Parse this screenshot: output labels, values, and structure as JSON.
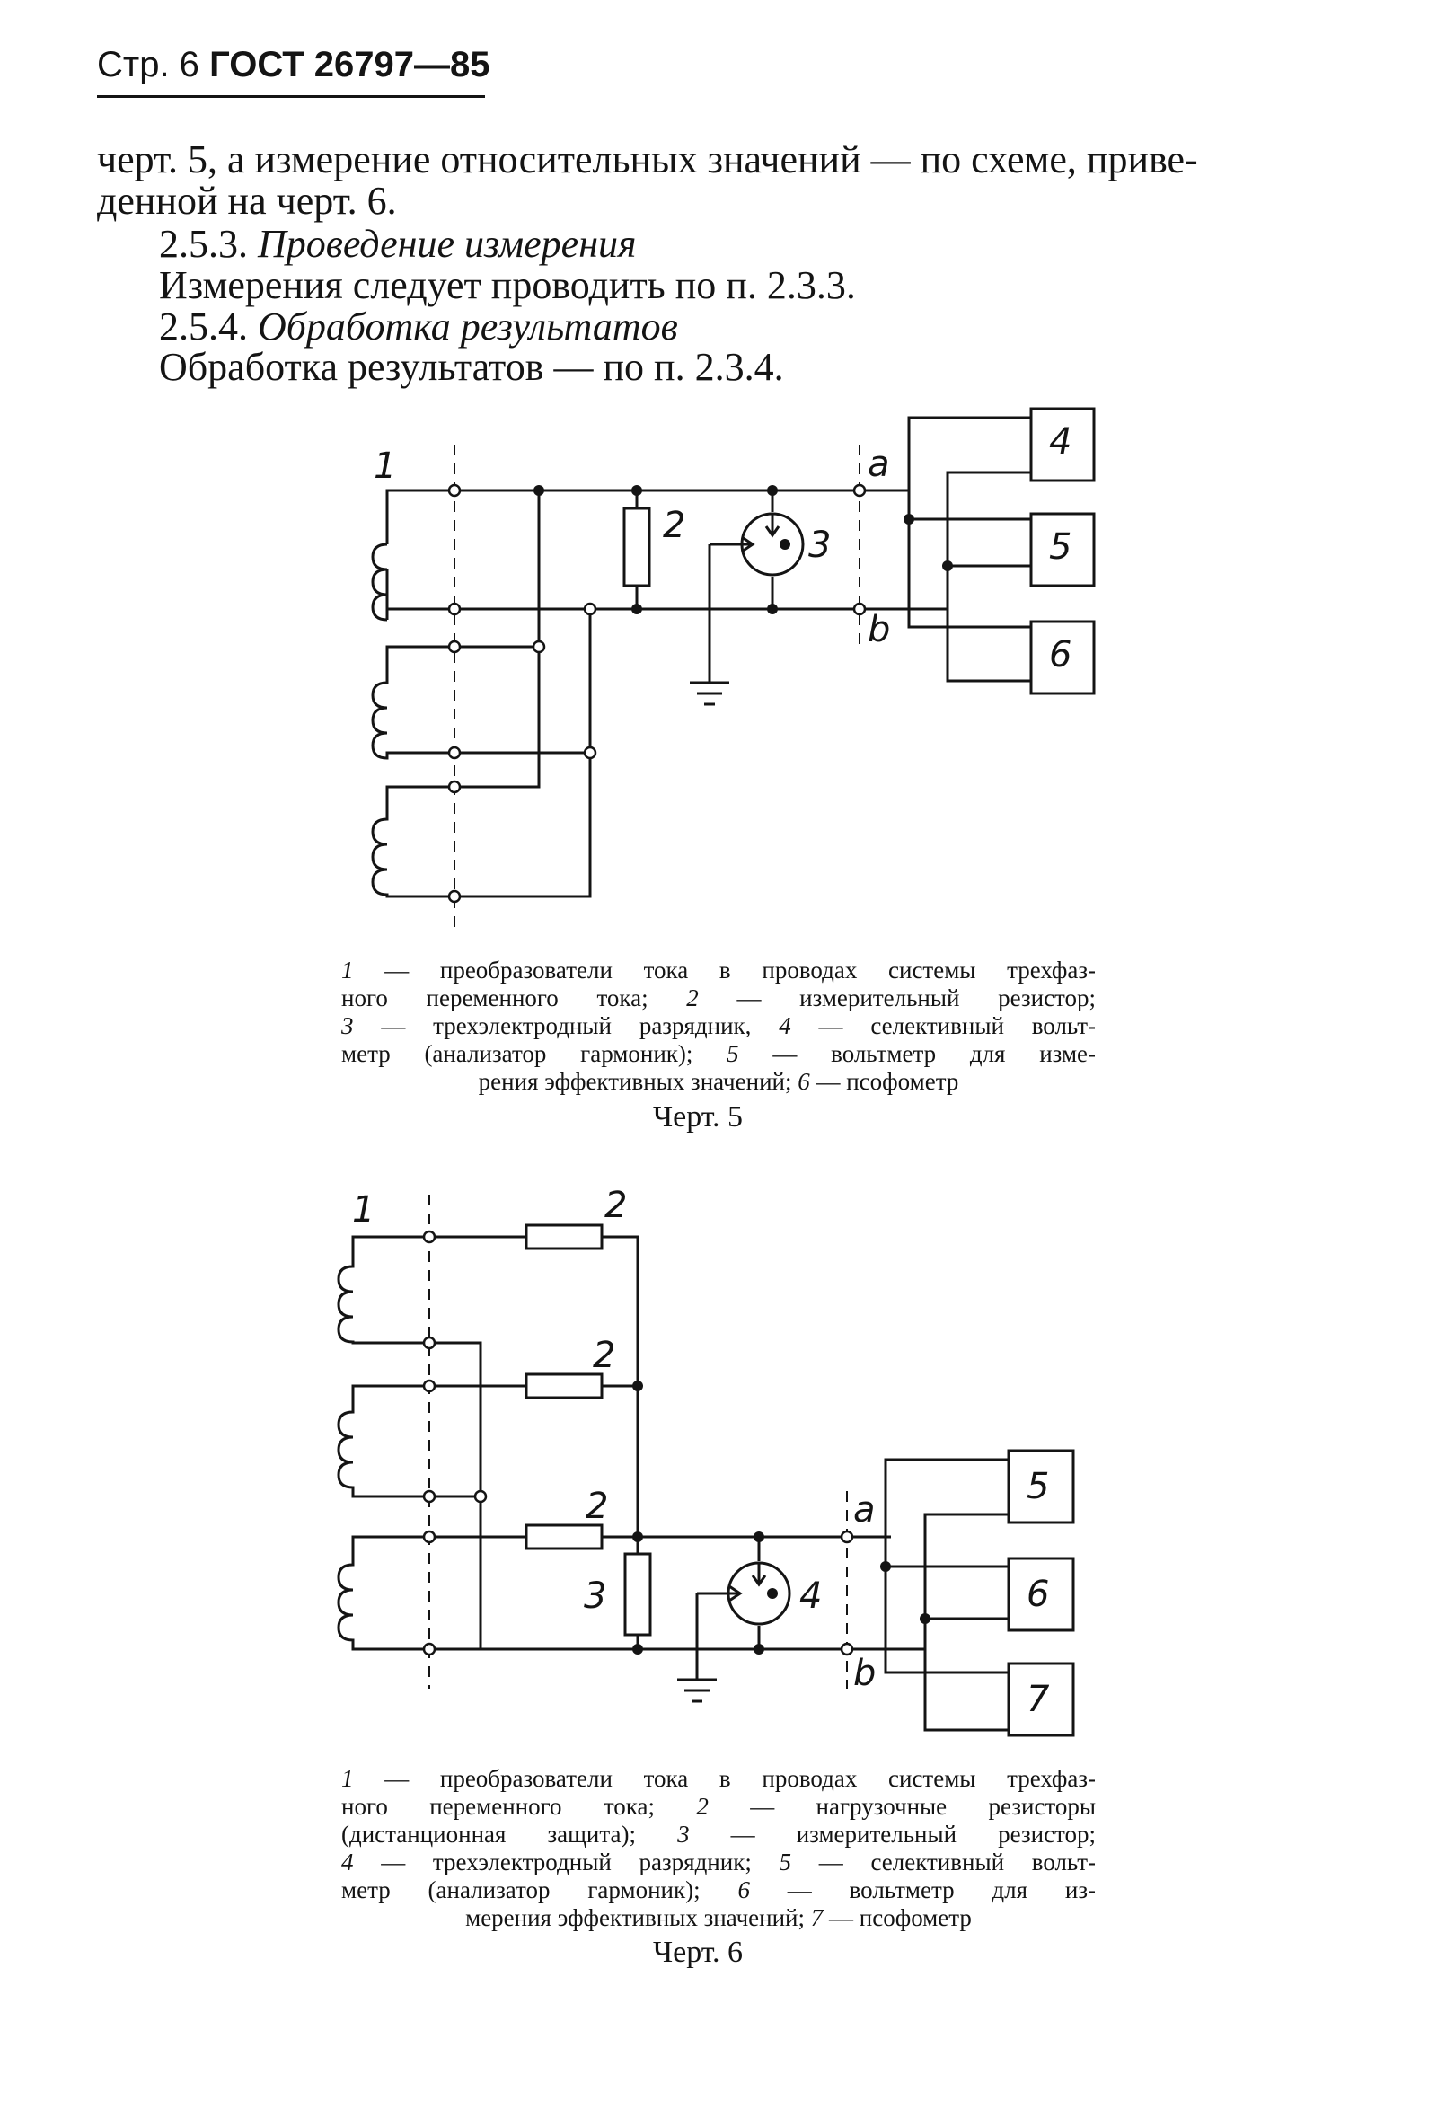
{
  "header": {
    "page": "Стр. 6",
    "gost": "ГОСТ 26797—85"
  },
  "text": {
    "line1": "черт. 5, а измерение относительных значений — по схеме, приве-",
    "line2": "денной на черт. 6.",
    "s253_num": "2.5.3.",
    "s253_title": "Проведение измерения",
    "s253_body": "Измерения следует проводить по п. 2.3.3.",
    "s254_num": "2.5.4.",
    "s254_title": "Обработка результатов",
    "s254_body": "Обработка результатов — по п. 2.3.4."
  },
  "fig5": {
    "labels": {
      "l1": "1",
      "l2": "2",
      "l3": "3",
      "l4": "4",
      "l5": "5",
      "l6": "6",
      "la": "a",
      "lb": "b"
    },
    "legend": [
      [
        {
          "n": "1"
        },
        {
          "t": " — преобразователи тока в проводах системы трехфаз-"
        }
      ],
      [
        {
          "t": "ного переменного тока; "
        },
        {
          "n": "2"
        },
        {
          "t": " — измерительный резистор;"
        }
      ],
      [
        {
          "n": "3"
        },
        {
          "t": " — трехэлектродный разрядник, "
        },
        {
          "n": "4"
        },
        {
          "t": " — селективный вольт-"
        }
      ],
      [
        {
          "t": "метр (анализатор гармоник); "
        },
        {
          "n": "5"
        },
        {
          "t": " — вольтметр для изме-"
        }
      ],
      [
        {
          "t": "рения эффективных значений; "
        },
        {
          "n": "6"
        },
        {
          "t": " — псофометр"
        }
      ]
    ],
    "caption": "Черт. 5"
  },
  "fig6": {
    "labels": {
      "l1": "1",
      "l2a": "2",
      "l2b": "2",
      "l2c": "2",
      "l3": "3",
      "l4": "4",
      "l5": "5",
      "l6": "6",
      "l7": "7",
      "la": "a",
      "lb": "b"
    },
    "legend": [
      [
        {
          "n": "1"
        },
        {
          "t": " — преобразователи тока в проводах системы трехфаз-"
        }
      ],
      [
        {
          "t": "ного переменного тока; "
        },
        {
          "n": "2"
        },
        {
          "t": " — нагрузочные резисторы"
        }
      ],
      [
        {
          "t": "(дистанционная защита); "
        },
        {
          "n": "3"
        },
        {
          "t": " — измерительный резистор;"
        }
      ],
      [
        {
          "n": "4"
        },
        {
          "t": " — трехэлектродный разрядник; "
        },
        {
          "n": "5"
        },
        {
          "t": " — селективный вольт-"
        }
      ],
      [
        {
          "t": "метр (анализатор гармоник); "
        },
        {
          "n": "6"
        },
        {
          "t": " — вольтметр для из-"
        }
      ],
      [
        {
          "t": "мерения эффективных значений; "
        },
        {
          "n": "7"
        },
        {
          "t": " — псофометр"
        }
      ]
    ],
    "caption": "Черт. 6"
  }
}
